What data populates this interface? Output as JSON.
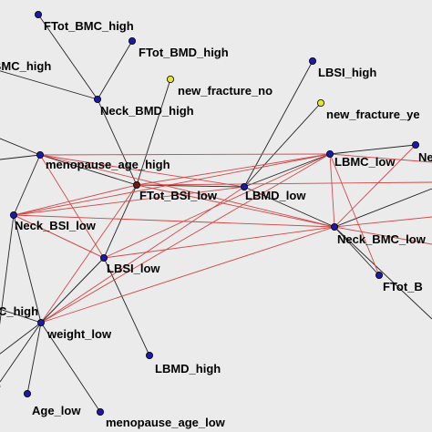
{
  "colors": {
    "background": "#ebebeb",
    "node": "#1a1aa8",
    "node_highlight": "#e8e62a",
    "node_dark": "#6b1a1a",
    "edge_black": "#222222",
    "edge_red": "#d24848"
  },
  "nodes": [
    {
      "id": "ftot_bmc_high",
      "label": "FTot_BMC_high",
      "color": "node"
    },
    {
      "id": "ftot_bmd_high",
      "label": "FTot_BMD_high",
      "color": "node"
    },
    {
      "id": "bmc_high_left",
      "label": "BMC_high",
      "color": "node"
    },
    {
      "id": "neck_bmd_high",
      "label": "Neck_BMD_high",
      "color": "node"
    },
    {
      "id": "new_fracture_no",
      "label": "new_fracture_no",
      "color": "node_highlight"
    },
    {
      "id": "lbsi_high",
      "label": "LBSI_high",
      "color": "node"
    },
    {
      "id": "new_fracture_yes",
      "label": "new_fracture_ye",
      "color": "node_highlight"
    },
    {
      "id": "menopause_age_high",
      "label": "menopause_age_high",
      "color": "node"
    },
    {
      "id": "lbmc_low",
      "label": "LBMC_low",
      "color": "node"
    },
    {
      "id": "ne_right",
      "label": "Ne",
      "color": "node"
    },
    {
      "id": "ftot_bsi_low",
      "label": "FTot_BSI_low",
      "color": "node_dark"
    },
    {
      "id": "lbmd_low",
      "label": "LBMD_low",
      "color": "node"
    },
    {
      "id": "neck_bsi_low",
      "label": "Neck_BSI_low",
      "color": "node"
    },
    {
      "id": "neck_bmc_low",
      "label": "Neck_BMC_low",
      "color": "node"
    },
    {
      "id": "lbsi_low",
      "label": "LBSI_low",
      "color": "node"
    },
    {
      "id": "ftot_b_right",
      "label": "FTot_B",
      "color": "node"
    },
    {
      "id": "c_high_left",
      "label": "C_high",
      "color": "node"
    },
    {
      "id": "weight_low",
      "label": "weight_low",
      "color": "node"
    },
    {
      "id": "lbmd_high",
      "label": "LBMD_high",
      "color": "node"
    },
    {
      "id": "age_low",
      "label": "Age_low",
      "color": "node"
    },
    {
      "id": "menopause_age_low",
      "label": "menopause_age_low",
      "color": "node"
    },
    {
      "id": "edge_node_left1",
      "label": "",
      "color": "node"
    },
    {
      "id": "edge_node_left2",
      "label": "",
      "color": "node"
    }
  ],
  "edges_black": [
    [
      "ftot_bmc_high",
      "neck_bmd_high"
    ],
    [
      "ftot_bmd_high",
      "neck_bmd_high"
    ],
    [
      "bmc_high_left",
      "neck_bmd_high"
    ],
    [
      "new_fracture_no",
      "ftot_bsi_low"
    ],
    [
      "neck_bmd_high",
      "ftot_bsi_low"
    ],
    [
      "lbsi_high",
      "lbmd_low"
    ],
    [
      "new_fracture_yes",
      "lbmd_low"
    ],
    [
      "menopause_age_high",
      "ftot_bsi_low"
    ],
    [
      "ftot_bsi_low",
      "lbmd_low"
    ],
    [
      "lbmd_low",
      "lbmc_low"
    ],
    [
      "lbmd_low",
      "neck_bmc_low"
    ],
    [
      "ne_right",
      "lbmc_low"
    ],
    [
      "neck_bmc_low",
      "ftot_b_right"
    ],
    [
      "ftot_bsi_low",
      "lbsi_low"
    ],
    [
      "menopause_age_high",
      "neck_bsi_low"
    ],
    [
      "neck_bsi_low",
      "weight_low"
    ],
    [
      "lbsi_low",
      "weight_low"
    ],
    [
      "lbsi_low",
      "lbmd_high"
    ],
    [
      "weight_low",
      "age_low"
    ],
    [
      "weight_low",
      "menopause_age_low"
    ],
    [
      "weight_low",
      "c_high_left"
    ],
    [
      "neck_bsi_low",
      "edge_node_left2"
    ],
    [
      "menopause_age_high",
      "edge_node_left1"
    ],
    [
      "weight_low",
      "edge_node_left2"
    ]
  ],
  "edges_red": [
    [
      "menopause_age_high",
      "lbmc_low"
    ],
    [
      "menopause_age_high",
      "neck_bmc_low"
    ],
    [
      "menopause_age_high",
      "lbsi_low"
    ],
    [
      "menopause_age_high",
      "lbmd_low"
    ],
    [
      "neck_bsi_low",
      "ftot_bsi_low"
    ],
    [
      "neck_bsi_low",
      "lbmd_low"
    ],
    [
      "neck_bsi_low",
      "lbmc_low"
    ],
    [
      "neck_bsi_low",
      "neck_bmc_low"
    ],
    [
      "neck_bsi_low",
      "lbsi_low"
    ],
    [
      "ftot_bsi_low",
      "lbmc_low"
    ],
    [
      "ftot_bsi_low",
      "neck_bmc_low"
    ],
    [
      "lbmc_low",
      "neck_bmc_low"
    ],
    [
      "lbmc_low",
      "lbsi_low"
    ],
    [
      "lbmc_low",
      "weight_low"
    ],
    [
      "lbmd_low",
      "weight_low"
    ],
    [
      "neck_bmc_low",
      "lbsi_low"
    ],
    [
      "neck_bmc_low",
      "weight_low"
    ],
    [
      "ftot_bsi_low",
      "weight_low"
    ],
    [
      "lbsi_low",
      "neck_bsi_low"
    ],
    [
      "lbmc_low",
      "ftot_b_right"
    ],
    [
      "neck_bmc_low",
      "ne_right"
    ]
  ]
}
